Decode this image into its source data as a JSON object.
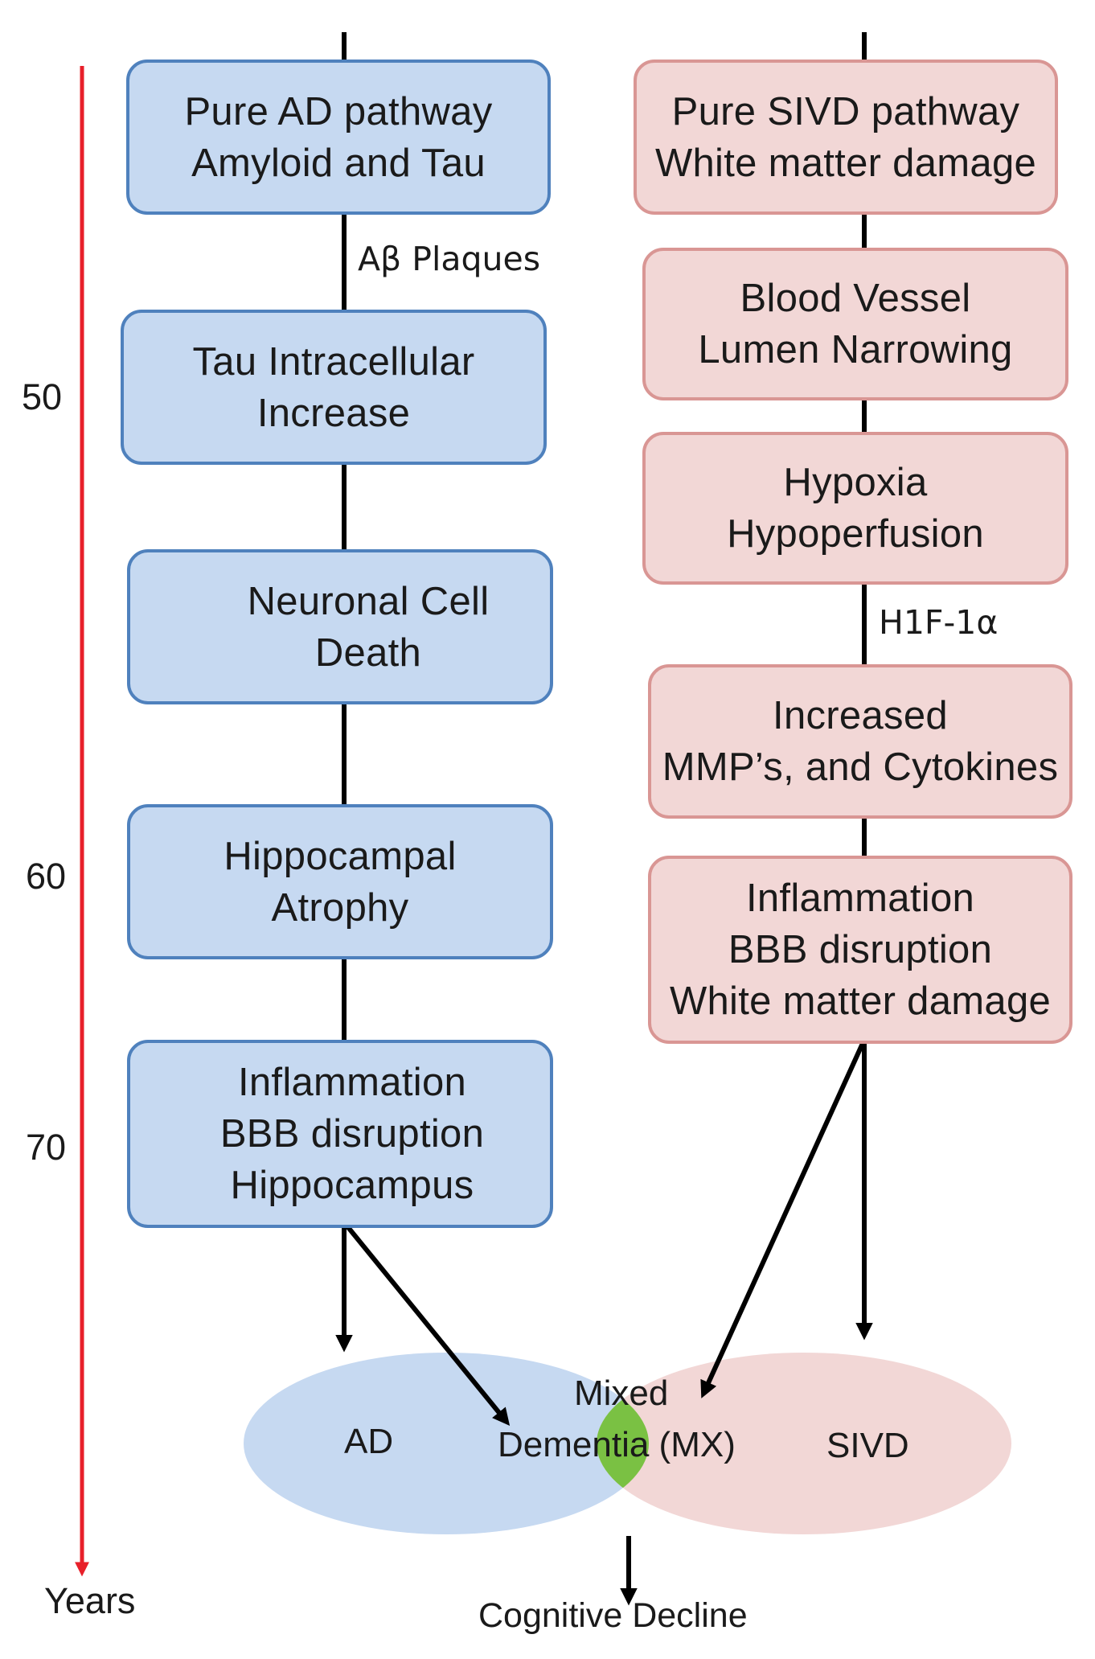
{
  "ad_pathway": [
    {
      "lines": [
        "Pure AD pathway",
        "Amyloid and Tau"
      ]
    },
    {
      "lines": [
        "Tau Intracellular",
        "Increase"
      ]
    },
    {
      "lines": [
        "Neuronal Cell",
        "Death"
      ]
    },
    {
      "lines": [
        "Hippocampal",
        "Atrophy"
      ]
    },
    {
      "lines": [
        "Inflammation",
        "BBB disruption",
        "Hippocampus"
      ]
    }
  ],
  "sivd_pathway": [
    {
      "lines": [
        "Pure SIVD pathway",
        "White matter damage"
      ]
    },
    {
      "lines": [
        "Blood Vessel",
        "Lumen Narrowing"
      ]
    },
    {
      "lines": [
        "Hypoxia",
        "Hypoperfusion"
      ]
    },
    {
      "lines": [
        "Increased",
        "MMP’s, and Cytokines"
      ]
    },
    {
      "lines": [
        "Inflammation",
        "BBB disruption",
        "White matter damage"
      ]
    }
  ],
  "edge_labels": {
    "ab_plaques": "Aβ Plaques",
    "hif": "H1F-1α"
  },
  "timeline": {
    "ticks": [
      "50",
      "60",
      "70"
    ],
    "axis_label": "Years",
    "color": "#e8202a"
  },
  "venn": {
    "ad_label": "AD",
    "sivd_label": "SIVD",
    "mixed_line1": "Mixed",
    "mixed_line2": "Dementia (MX)",
    "ad_color": "#c6d9f1",
    "sivd_color": "#f2d7d6",
    "mixed_color": "#7ac143"
  },
  "outcome": "Cognitive Decline"
}
